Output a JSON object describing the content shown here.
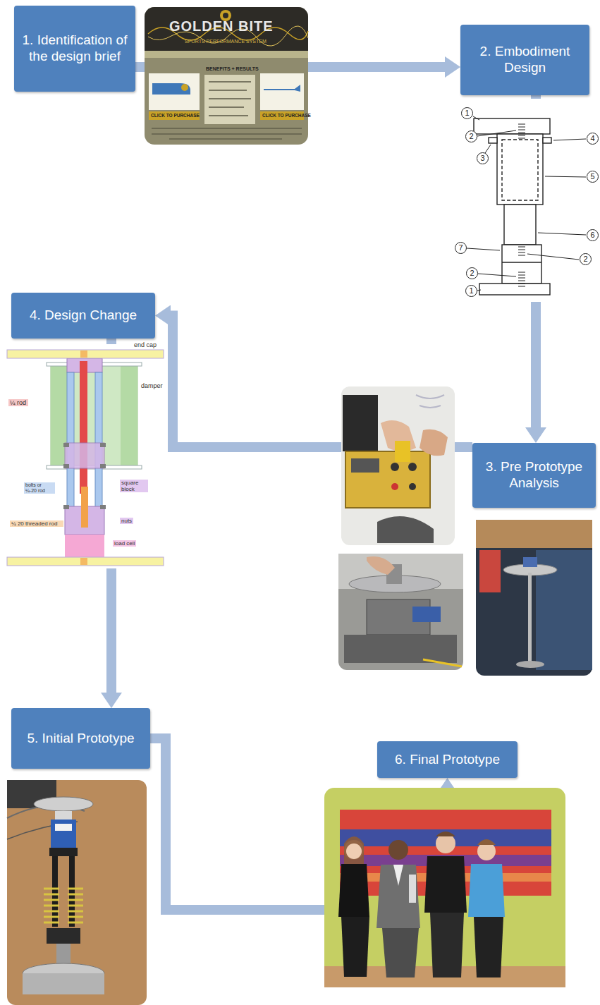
{
  "diagram": {
    "nodes": [
      {
        "text": [
          "1. Identification of the design brief"
        ]
      },
      {
        "text": [
          "2. Embodiment Design"
        ]
      },
      {
        "text": [
          "3. Pre Prototype Analysis"
        ]
      },
      {
        "text": [
          "4. Design Change"
        ]
      },
      {
        "text": [
          "5. Initial Prototype"
        ]
      },
      {
        "text": [
          "6. Final Prototype"
        ]
      }
    ],
    "edges": [
      {
        "from": 0,
        "to": 1,
        "arrow": "to"
      },
      {
        "from": 1,
        "to": 2,
        "arrow": "to"
      },
      {
        "from": 2,
        "to": 3,
        "arrow": "to"
      },
      {
        "from": 3,
        "to": 4,
        "arrow": "to"
      },
      {
        "from": 4,
        "to": 5,
        "arrow": "to"
      }
    ],
    "labels": [
      "GOLDEN BITE",
      "SPORTS PERFORMANCE SYSTEM",
      "BENEFITS + RESULTS",
      "CLICK TO PURCHASE",
      "CLICK TO PURCHASE",
      "1",
      "2",
      "4",
      "3",
      "5",
      "6",
      "7",
      "2",
      "2",
      "1",
      "end cap",
      "¼ rod",
      "damper",
      "square block",
      "bolts or ¼-20 rod",
      "nuts",
      "¼ 20 threaded rod",
      "load cell"
    ]
  }
}
